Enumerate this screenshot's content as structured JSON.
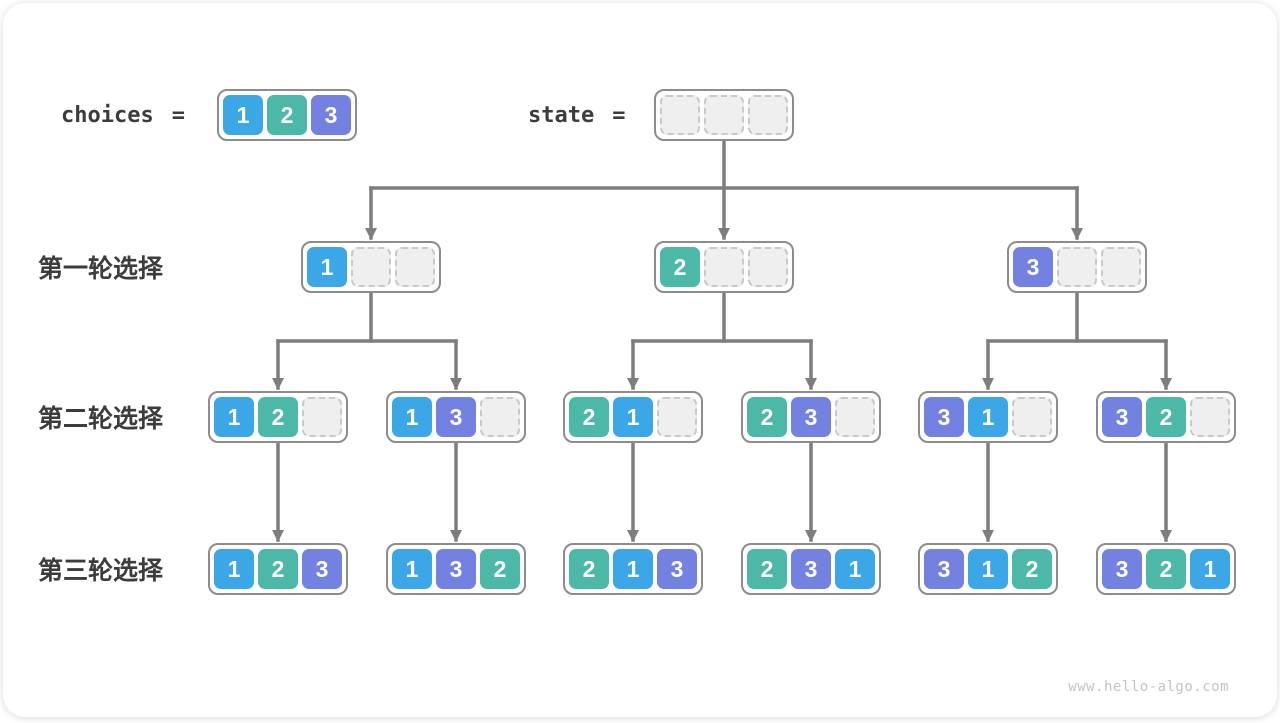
{
  "page": {
    "watermark": "www.hello-algo.com"
  },
  "colors": {
    "blue": "#3CA7E6",
    "teal": "#4CB8A7",
    "purple": "#7381E1",
    "arrow": "#7E7E7E",
    "box_border": "#8C8C8C",
    "empty_fill": "#EFEFEF",
    "empty_border": "#C9C9C9",
    "label_text": "#3C3C3C",
    "cell_text": "#FFFFFF"
  },
  "cell_color_class": {
    "1": "c1",
    "2": "c2",
    "3": "c3"
  },
  "header": {
    "choices_label": "choices",
    "choices_equals": "=",
    "choices_cells": [
      "1",
      "2",
      "3"
    ],
    "state_label": "state",
    "state_equals": "=",
    "state_cells": [
      "",
      "",
      ""
    ]
  },
  "row_labels": [
    "第一轮选择",
    "第二轮选择",
    "第三轮选择"
  ],
  "tree": {
    "level1": [
      [
        "1",
        "",
        ""
      ],
      [
        "2",
        "",
        ""
      ],
      [
        "3",
        "",
        ""
      ]
    ],
    "level2": [
      [
        "1",
        "2",
        ""
      ],
      [
        "1",
        "3",
        ""
      ],
      [
        "2",
        "1",
        ""
      ],
      [
        "2",
        "3",
        ""
      ],
      [
        "3",
        "1",
        ""
      ],
      [
        "3",
        "2",
        ""
      ]
    ],
    "level3": [
      [
        "1",
        "2",
        "3"
      ],
      [
        "1",
        "3",
        "2"
      ],
      [
        "2",
        "1",
        "3"
      ],
      [
        "2",
        "3",
        "1"
      ],
      [
        "3",
        "1",
        "2"
      ],
      [
        "3",
        "2",
        "1"
      ]
    ]
  }
}
